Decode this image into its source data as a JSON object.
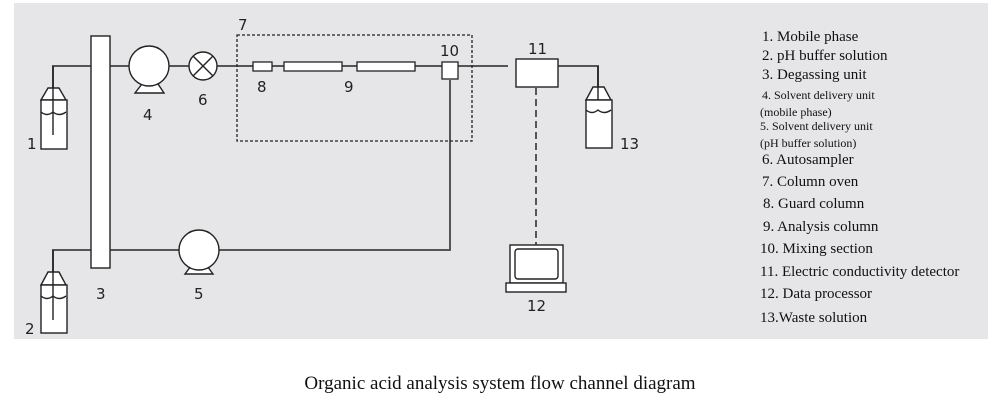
{
  "diagram": {
    "title": "Organic acid analysis system flow channel diagram",
    "component_numbers": {
      "n1": "1",
      "n2": "2",
      "n3": "3",
      "n4": "4",
      "n5": "5",
      "n6": "6",
      "n7": "7",
      "n8": "8",
      "n9": "9",
      "n10": "10",
      "n11": "11",
      "n12": "12",
      "n13": "13"
    },
    "legend": [
      "1. Mobile phase",
      "2. pH buffer solution",
      "3. Degassing unit",
      "4. Solvent delivery unit",
      "(mobile phase)",
      "5. Solvent delivery unit",
      "(pH buffer solution)",
      "6. Autosampler",
      "7. Column oven",
      "8. Guard column",
      "9. Analysis column",
      "10. Mixing section",
      "11. Electric conductivity detector",
      "12. Data processor",
      "13.Waste solution"
    ],
    "colors": {
      "background": "#e6e6e8",
      "line": "#555555",
      "outline": "#222222"
    }
  }
}
